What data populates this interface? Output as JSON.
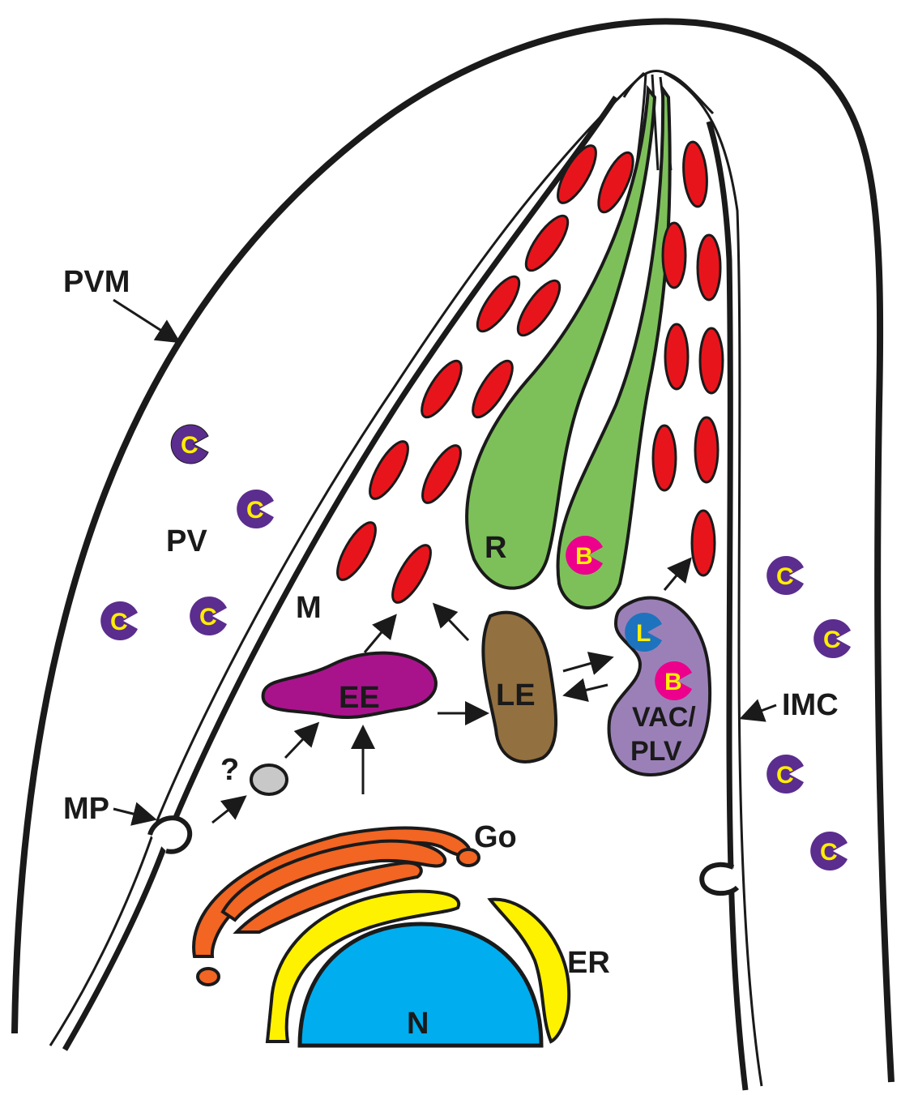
{
  "labels": {
    "pvm": "PVM",
    "pv": "PV",
    "m": "M",
    "r": "R",
    "ee": "EE",
    "le": "LE",
    "vac_line1": "VAC/",
    "vac_line2": "PLV",
    "imc": "IMC",
    "mp": "MP",
    "question": "?",
    "go": "Go",
    "er": "ER",
    "n": "N"
  },
  "markers": {
    "c": "C",
    "b": "B",
    "l": "L"
  },
  "colors": {
    "outline": "#1a1a1a",
    "rhoptry_green": "#7dc05a",
    "microneme_red": "#e8141c",
    "early_endosome": "#a8138c",
    "late_endosome": "#93703f",
    "vac_plv": "#9b80b8",
    "golgi_orange": "#f26522",
    "er_yellow": "#fff200",
    "nucleus_blue": "#00adef",
    "c_marker_purple": "#5b2d8e",
    "marker_yellow": "#ffee00",
    "b_marker_pink": "#ec008c",
    "l_marker_blue": "#1e73be",
    "vesicle_grey": "#c8c8c8"
  }
}
